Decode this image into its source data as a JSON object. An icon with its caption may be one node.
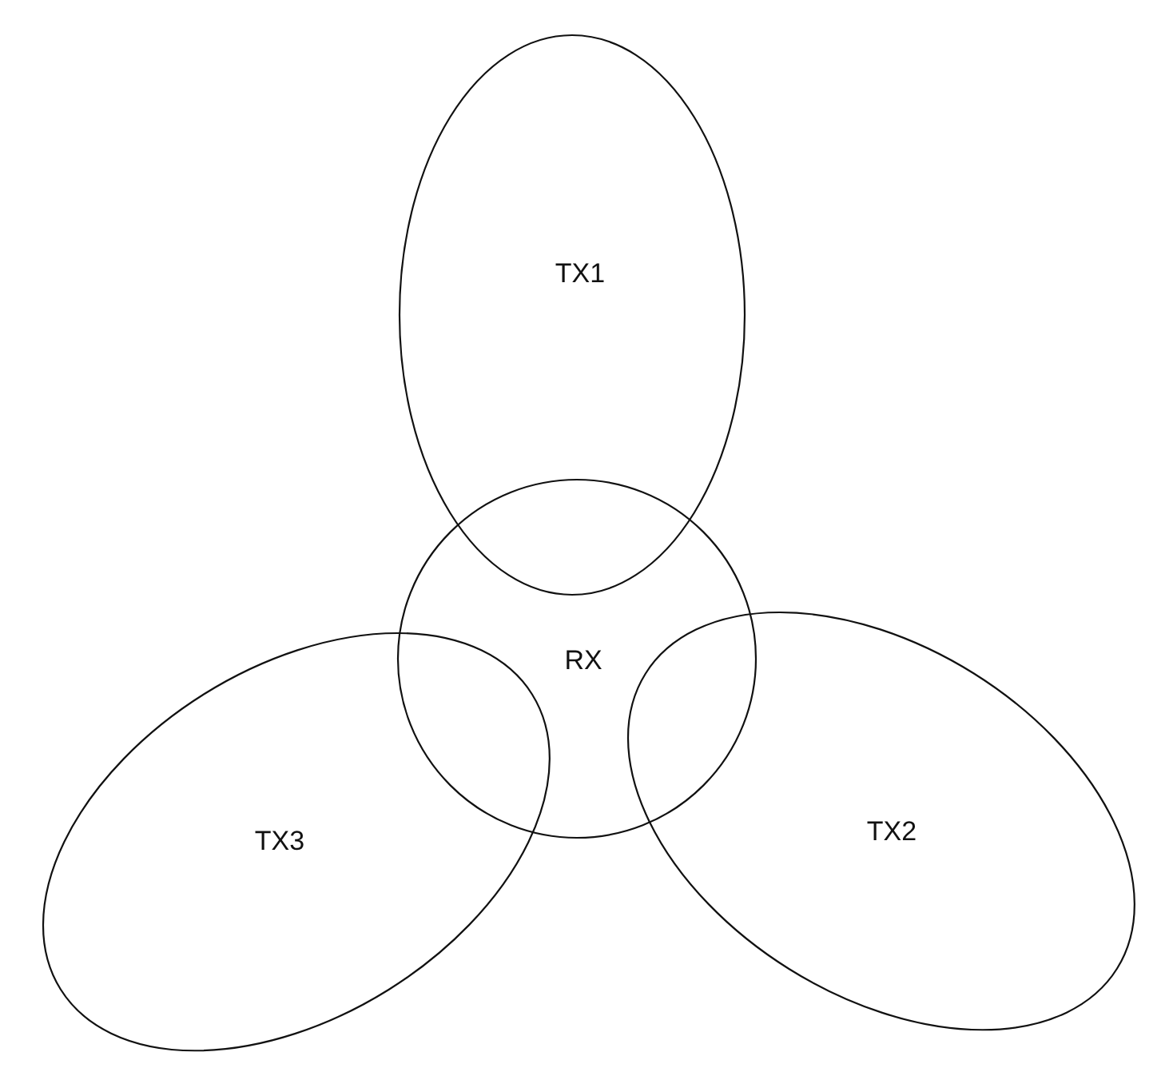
{
  "diagram": {
    "nodes": [
      {
        "text": [
          "TX1"
        ]
      },
      {
        "text": [
          "RX"
        ]
      },
      {
        "text": [
          "TX3"
        ]
      },
      {
        "text": [
          "TX2"
        ]
      }
    ]
  }
}
